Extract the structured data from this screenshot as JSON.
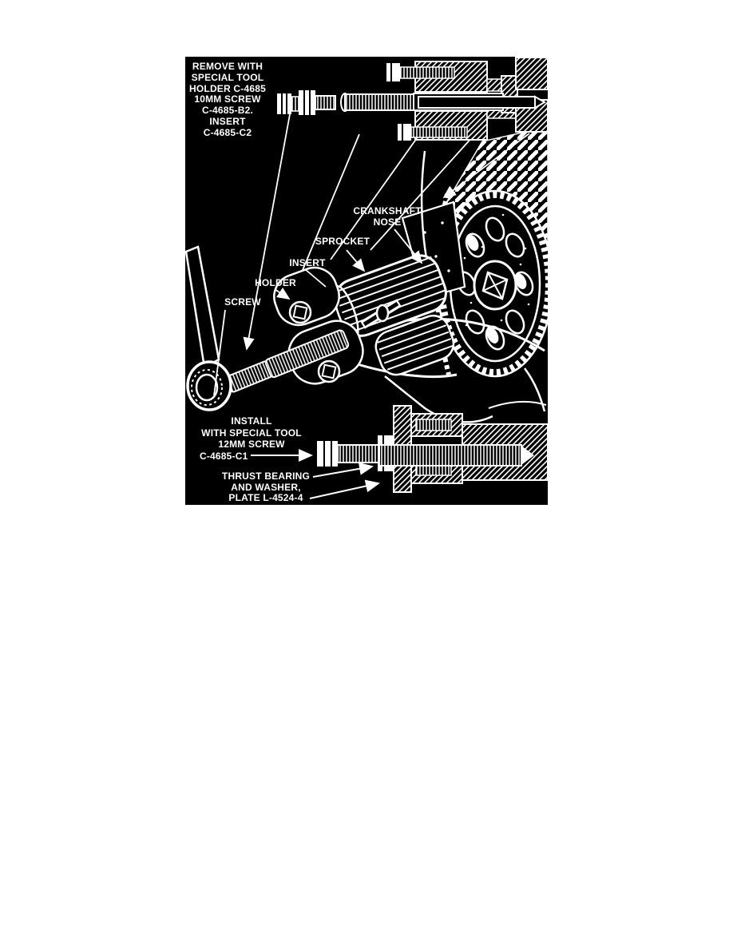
{
  "figure": {
    "colors": {
      "page_bg": "#ffffff",
      "panel_bg": "#000000",
      "ink": "#ffffff"
    },
    "labels": {
      "remove_block": {
        "lines": [
          "REMOVE WITH",
          "SPECIAL TOOL",
          "HOLDER C-4685",
          "10MM SCREW",
          "C-4685-B2.",
          "INSERT",
          "C-4685-C2"
        ]
      },
      "crankshaft_nose": {
        "lines": [
          "CRANKSHAFT",
          "NOSE"
        ]
      },
      "sprocket": {
        "text": "SPROCKET"
      },
      "insert": {
        "text": "INSERT"
      },
      "holder": {
        "text": "HOLDER"
      },
      "screw": {
        "text": "SCREW"
      },
      "install_block": {
        "lines": [
          "INSTALL",
          "WITH SPECIAL TOOL",
          "12MM SCREW",
          "C-4685-C1"
        ]
      },
      "thrust_block": {
        "lines": [
          "THRUST BEARING",
          "AND WASHER,",
          "PLATE L-4524-4"
        ]
      }
    }
  }
}
